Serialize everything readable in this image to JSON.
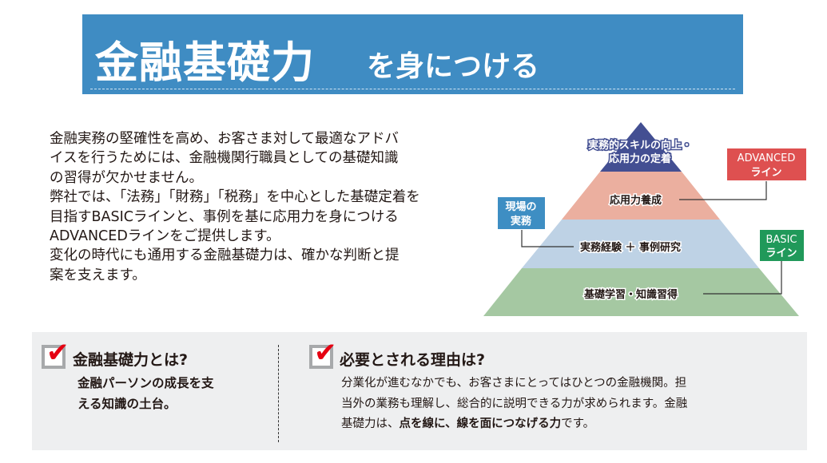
{
  "header": {
    "title_main": "金融基礎力",
    "title_sub": "を身につける"
  },
  "intro": [
    "金融実務の堅確性を高め、お客さま対して最適なアドバ",
    "イスを行うためには、金融機関行職員としての基礎知識",
    "の習得が欠かせません。",
    "弊社では、「法務」「財務」「税務」を中心とした基礎定着を",
    "目指すBASICラインと、事例を基に応用力を身につける",
    "ADVANCEDラインをご提供します。",
    "変化の時代にも通用する金融基礎力は、確かな判断と提",
    "案を支えます。"
  ],
  "pyramid": {
    "top": [
      "実務的スキルの向上・",
      "応用力の定着"
    ],
    "level2": "応用力養成",
    "level3": "実務経験 ＋ 事例研究",
    "level4": "基礎学習・知識習得",
    "advanced": [
      "ADVANCED",
      "ライン"
    ],
    "basic": [
      "BASIC",
      "ライン"
    ],
    "field": [
      "現場の",
      "実務"
    ],
    "colors": {
      "top": "#434f92",
      "level2": "#ebaf9f",
      "level3": "#bed2e5",
      "level4": "#a5c8a2",
      "advanced": "#de5050",
      "basic": "#20995a",
      "field": "#3e8ec3"
    }
  },
  "box1": {
    "heading": "金融基礎力とは?",
    "lines": [
      "金融パーソンの成長を支",
      "える知識の土台。"
    ]
  },
  "box2": {
    "heading": "必要とされる理由は?",
    "lines": [
      "分業化が進むなかでも、お客さまにとってはひとつの金融機関。担",
      "当外の業務も理解し、総合的に説明できる力が求められます。金融"
    ],
    "line3_pre": "基礎力は、",
    "line3_bold": "点を線に、線を面につなげる力",
    "line3_post": "です。"
  },
  "check_mark": "✔"
}
